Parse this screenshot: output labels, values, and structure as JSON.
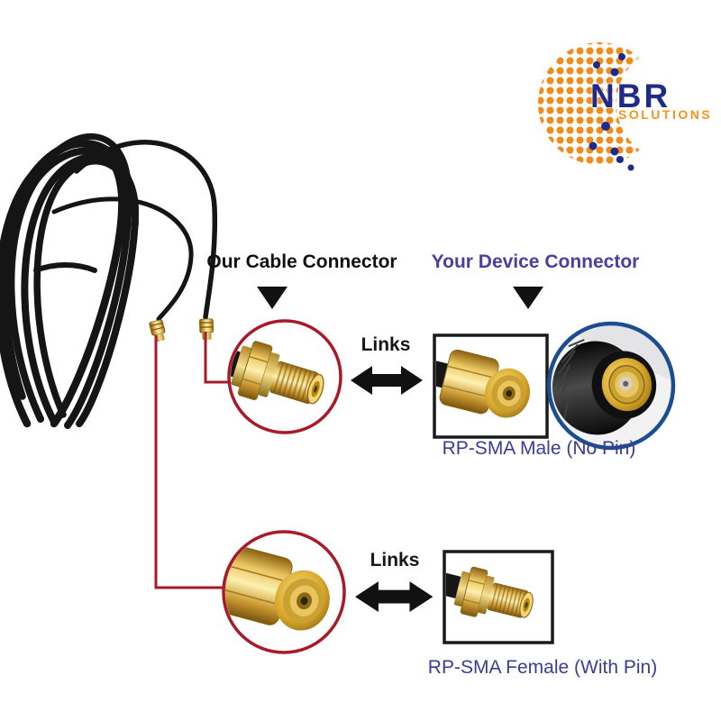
{
  "page": {
    "background": "#ffffff"
  },
  "logo": {
    "brand": "NBR",
    "tagline": "SOLUTIONS",
    "brand_color": "#1e2b8a",
    "tagline_color": "#f7941d",
    "globe_dot_color": "#f08c1e",
    "globe_accent_dot_color": "#1e2b8a"
  },
  "header": {
    "our_label": "Our Cable Connector",
    "our_color": "#111111",
    "your_label": "Your Device Connector",
    "your_color": "#4a3fa0"
  },
  "rows": [
    {
      "links_label": "Links",
      "caption": "RP-SMA Male (No Pin)"
    },
    {
      "links_label": "Links",
      "caption": "RP-SMA Female (With Pin)"
    }
  ],
  "caption_color": "#3c3c96",
  "callout": {
    "highlight_color": "#a81a28",
    "device_ring_color": "#1b4d8f",
    "frame_color": "#1a1a1a",
    "connector_gold_color": "#d9a72a",
    "cable_color": "#151515"
  },
  "icons": {
    "pointer_down": "filled-triangle-down",
    "links_arrow": "double-headed-horizontal-arrow",
    "logo_globe": "dotted-globe-crescent"
  }
}
